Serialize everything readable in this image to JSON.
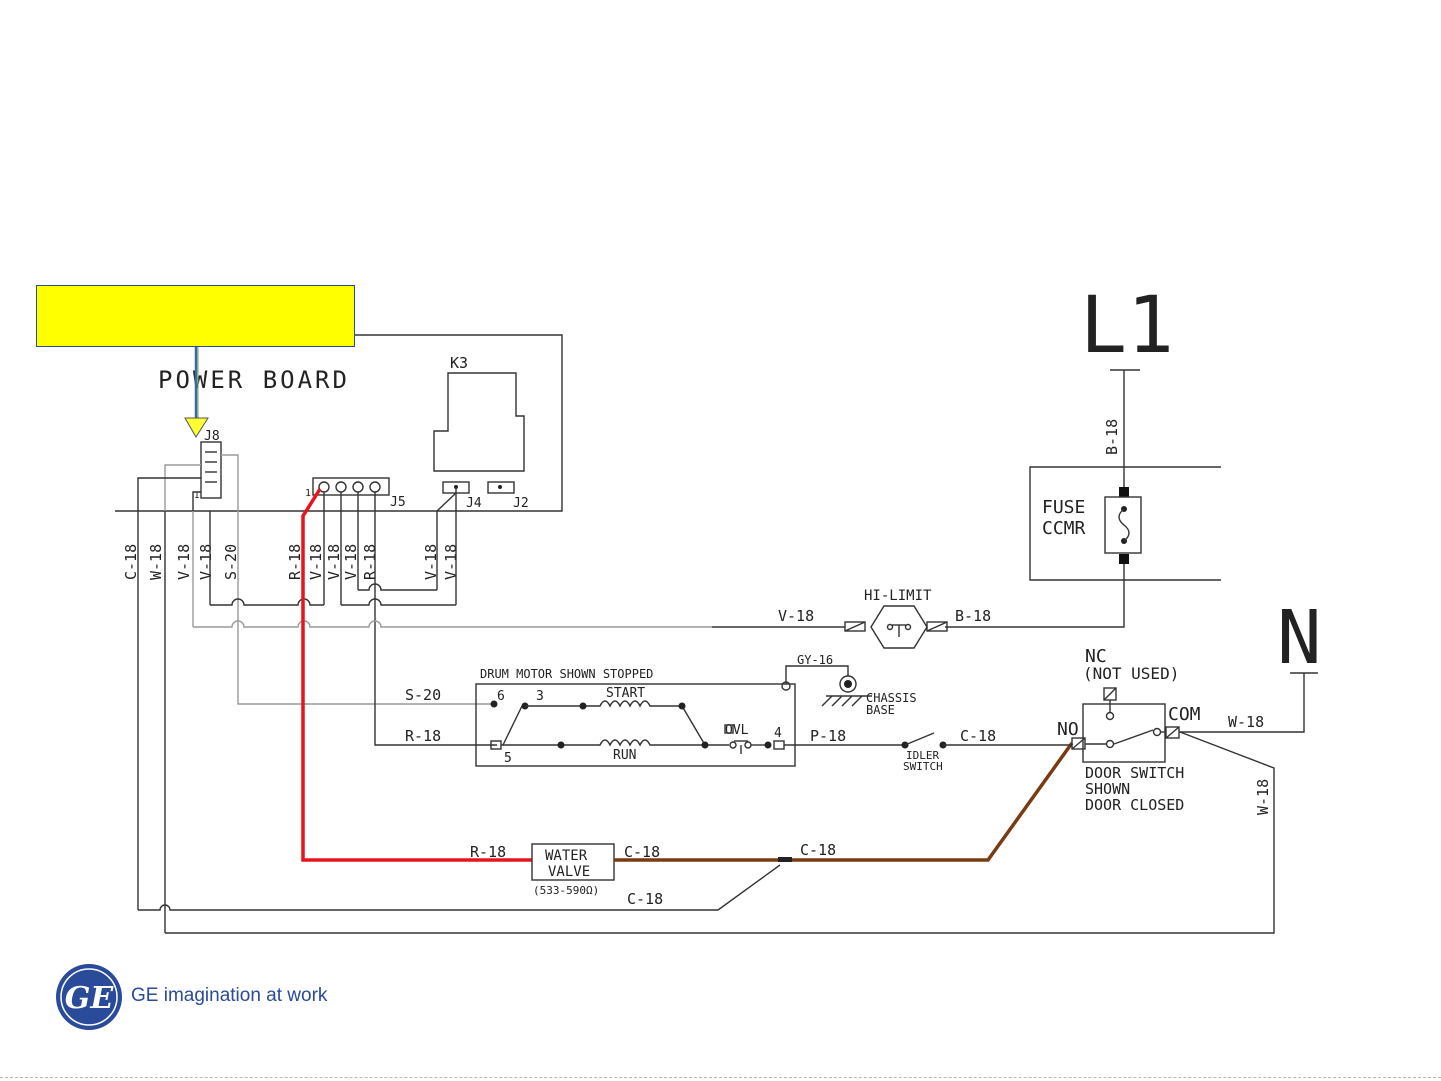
{
  "board": {
    "title": "POWER BOARD",
    "relay": "K3",
    "j8": "J8",
    "j8_pin": "1",
    "j5": "J5",
    "j5_pin": "1",
    "j4": "J4",
    "j2": "J2"
  },
  "wires": {
    "c18": "C-18",
    "w18": "W-18",
    "v18": "V-18",
    "s20": "S-20",
    "r18": "R-18",
    "b18": "B-18",
    "p18": "P-18",
    "gy16": "GY-16"
  },
  "supply": {
    "l1": "L1",
    "n": "N"
  },
  "fuse": {
    "line1": "FUSE",
    "line2": "CCMR"
  },
  "hi_limit": "HI-LIMIT",
  "chassis": {
    "line1": "CHASSIS",
    "line2": "BASE"
  },
  "motor": {
    "title": "DRUM MOTOR SHOWN STOPPED",
    "start": "START",
    "run": "RUN",
    "ovl": "OVL",
    "t6": "6",
    "t3": "3",
    "t5": "5",
    "t4": "4"
  },
  "idler": {
    "line1": "IDLER",
    "line2": "SWITCH"
  },
  "door": {
    "nc": "NC",
    "not_used": "(NOT USED)",
    "no": "NO",
    "com": "COM",
    "line1": "DOOR SWITCH",
    "line2": "SHOWN",
    "line3": "DOOR CLOSED"
  },
  "valve": {
    "line1": "WATER",
    "line2": "VALVE",
    "ohms": "(533-590Ω)"
  },
  "footer": {
    "tagline": "GE imagination at work"
  },
  "colors": {
    "highlight_red": "#e8141b",
    "highlight_brown": "#7a3b12",
    "callout_yellow": "#ffff00",
    "ge_blue": "#2a4a9a"
  }
}
